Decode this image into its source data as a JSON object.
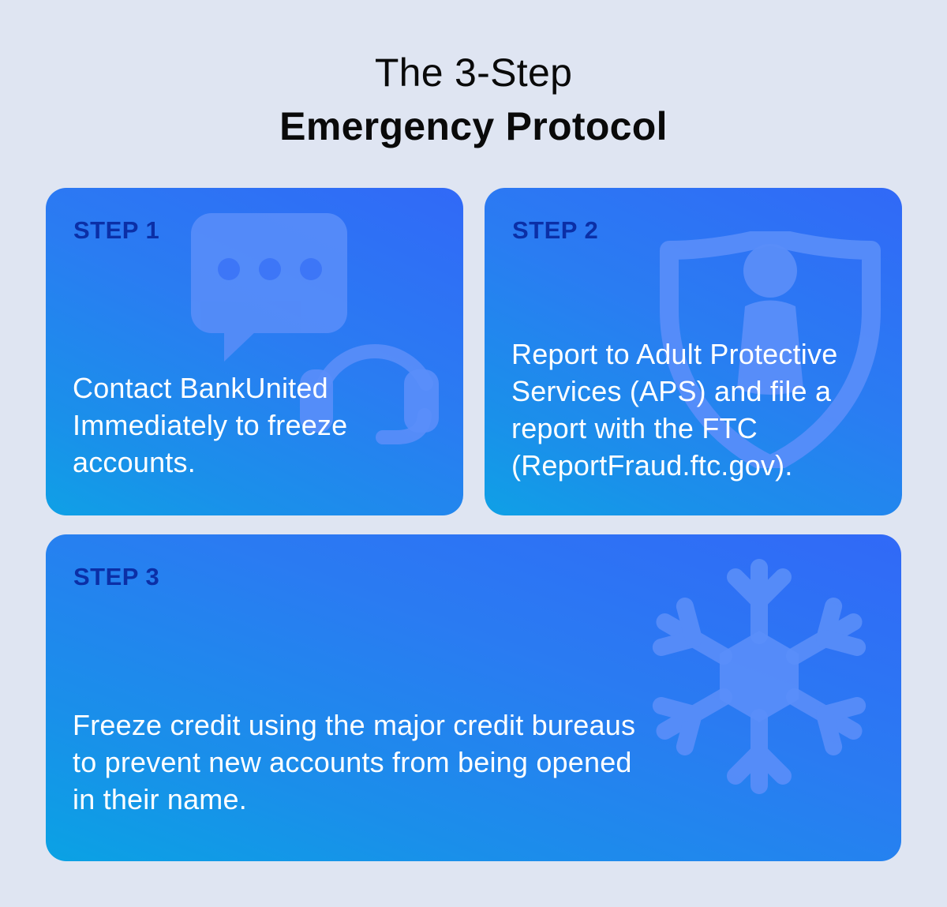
{
  "header": {
    "title_line1": "The 3-Step",
    "title_line2": "Emergency Protocol"
  },
  "steps": [
    {
      "label": "STEP 1",
      "text": "Contact BankUnited Immediately to freeze accounts.",
      "icon": "chat-headset-icon"
    },
    {
      "label": "STEP 2",
      "text": "Report to Adult Protective Services (APS) and file a report with the FTC (ReportFraud.ftc.gov).",
      "icon": "shield-person-icon"
    },
    {
      "label": "STEP 3",
      "text": "Freeze credit using the major credit bureaus to prevent new accounts from being opened in their name.",
      "icon": "snowflake-icon"
    }
  ],
  "colors": {
    "background": "#dfe5f2",
    "card_gradient_start": "#3169f7",
    "card_gradient_end": "#0fa0e6",
    "step_label": "#0b2fa6",
    "icon_fill": "#5a8ef9"
  }
}
